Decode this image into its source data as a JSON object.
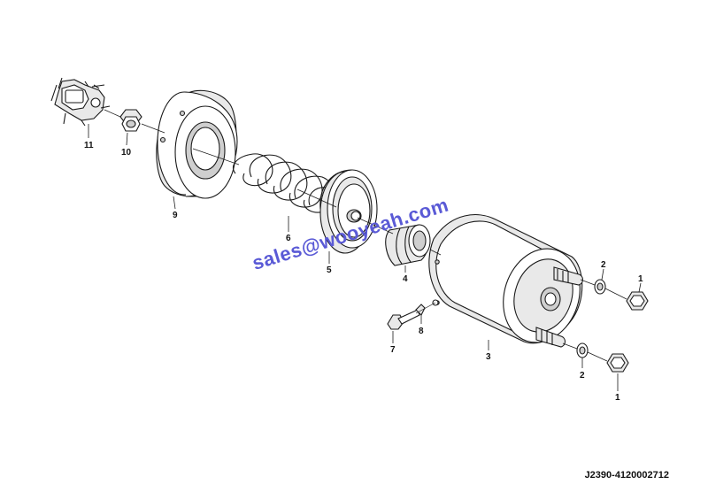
{
  "diagram": {
    "part_callouts": [
      {
        "id": "c11",
        "label": "11"
      },
      {
        "id": "c10",
        "label": "10"
      },
      {
        "id": "c9",
        "label": "9"
      },
      {
        "id": "c6",
        "label": "6"
      },
      {
        "id": "c5",
        "label": "5"
      },
      {
        "id": "c4",
        "label": "4"
      },
      {
        "id": "c7",
        "label": "7"
      },
      {
        "id": "c8",
        "label": "8"
      },
      {
        "id": "c3",
        "label": "3"
      },
      {
        "id": "c2a",
        "label": "2"
      },
      {
        "id": "c1a",
        "label": "1"
      },
      {
        "id": "c2b",
        "label": "2"
      },
      {
        "id": "c1b",
        "label": "1"
      }
    ],
    "watermark": "sales@wooyeah.com",
    "drawing_number": "J2390-4120002712"
  }
}
